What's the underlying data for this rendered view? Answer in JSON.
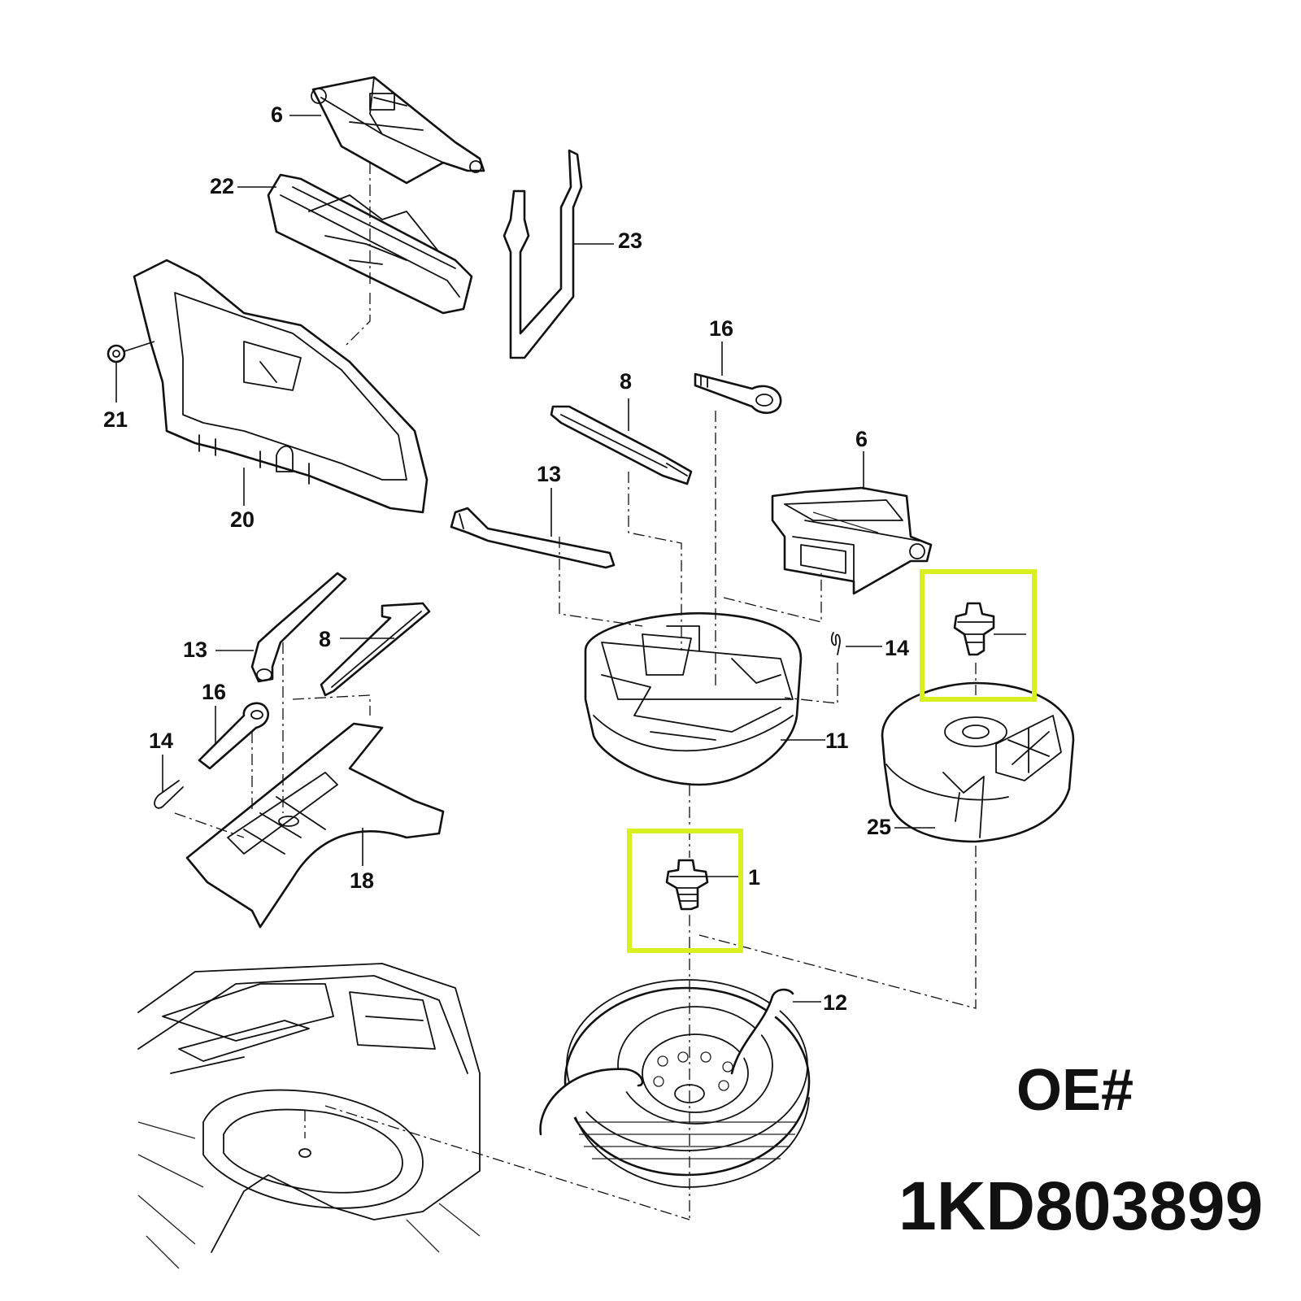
{
  "callouts": {
    "c1": "1",
    "c6a": "6",
    "c6b": "6",
    "c8a": "8",
    "c8b": "8",
    "c11": "11",
    "c12": "12",
    "c13a": "13",
    "c13b": "13",
    "c14a": "14",
    "c14b": "14",
    "c16a": "16",
    "c16b": "16",
    "c18": "18",
    "c20": "20",
    "c21": "21",
    "c22": "22",
    "c23": "23",
    "c25": "25"
  },
  "oe": {
    "label": "OE#",
    "number": "1KD803899"
  },
  "highlight_color": "#d8f020"
}
